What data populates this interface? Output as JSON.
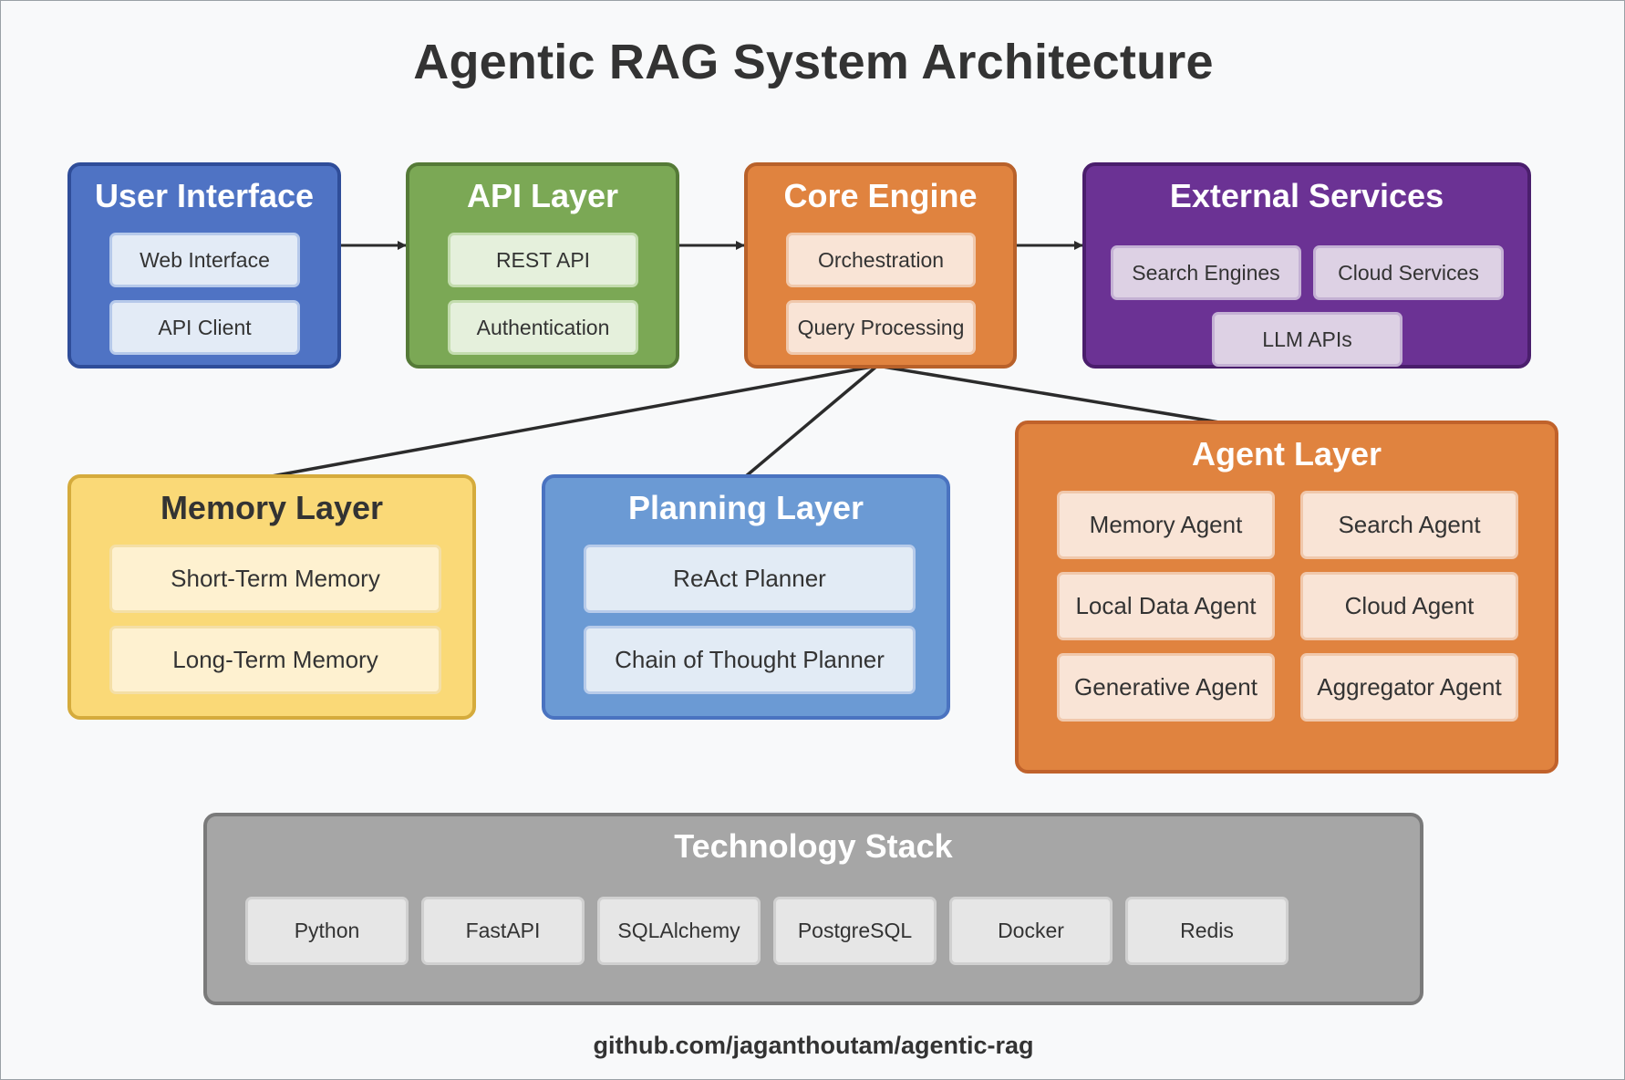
{
  "title": "Agentic RAG System Architecture",
  "footer": "github.com/jaganthoutam/agentic-rag",
  "layers": {
    "user_interface": {
      "title": "User Interface",
      "items": [
        "Web Interface",
        "API Client"
      ],
      "color": "#4f73c4"
    },
    "api_layer": {
      "title": "API Layer",
      "items": [
        "REST API",
        "Authentication"
      ],
      "color": "#7ba855"
    },
    "core_engine": {
      "title": "Core Engine",
      "items": [
        "Orchestration",
        "Query Processing"
      ],
      "color": "#e0833f"
    },
    "external_services": {
      "title": "External Services",
      "items": [
        "Search Engines",
        "Cloud Services",
        "LLM APIs"
      ],
      "color": "#6b3294"
    },
    "memory_layer": {
      "title": "Memory Layer",
      "items": [
        "Short-Term Memory",
        "Long-Term Memory"
      ],
      "color": "#fad977"
    },
    "planning_layer": {
      "title": "Planning Layer",
      "items": [
        "ReAct Planner",
        "Chain of Thought Planner"
      ],
      "color": "#6b9ad4"
    },
    "agent_layer": {
      "title": "Agent Layer",
      "items": [
        "Memory Agent",
        "Search Agent",
        "Local Data Agent",
        "Cloud Agent",
        "Generative Agent",
        "Aggregator Agent"
      ],
      "color": "#e0833f"
    },
    "technology_stack": {
      "title": "Technology Stack",
      "items": [
        "Python",
        "FastAPI",
        "SQLAlchemy",
        "PostgreSQL",
        "Docker",
        "Redis"
      ],
      "color": "#a6a6a6"
    }
  }
}
